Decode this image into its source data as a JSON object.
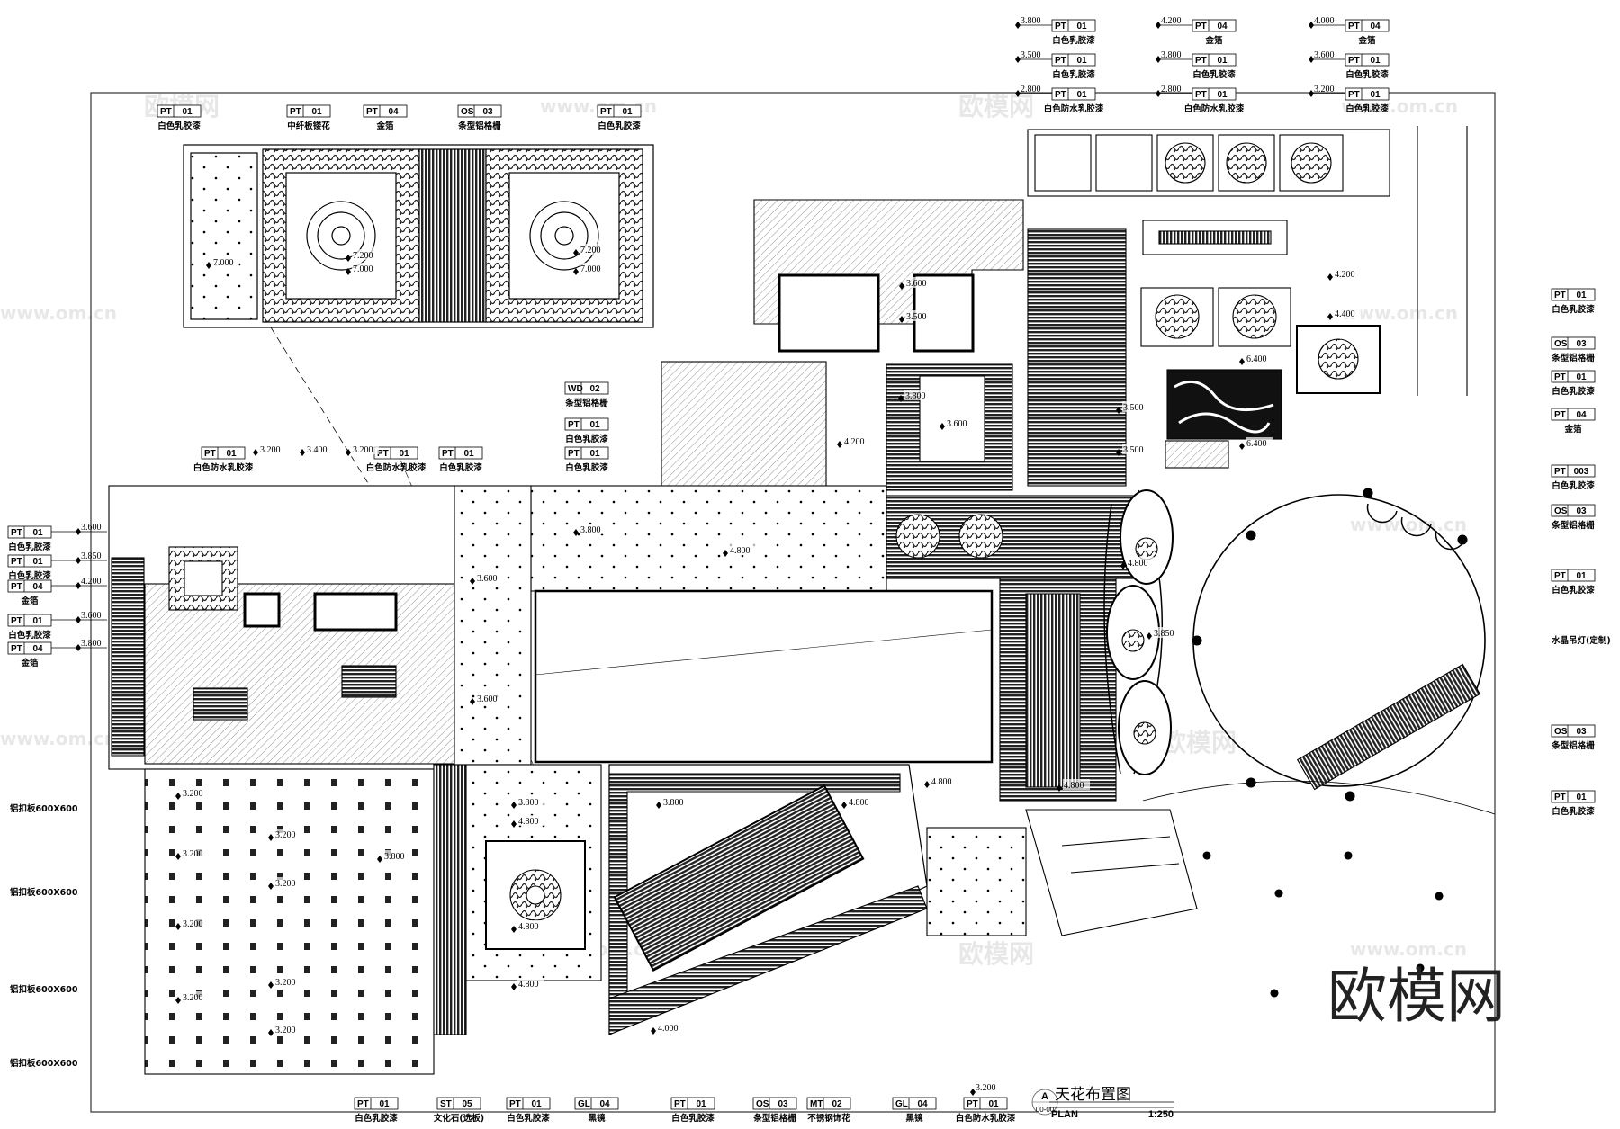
{
  "drawing": {
    "title": "天花布置图",
    "plan_label": "PLAN",
    "scale": "1:250",
    "ref_letter": "A",
    "ref_sheet": "00-00"
  },
  "watermark": {
    "logo": "欧模网",
    "url": "www.om.cn"
  },
  "tags": [
    {
      "code": "PT",
      "num": "01",
      "desc": "白色乳胶漆"
    },
    {
      "code": "PT",
      "num": "01",
      "desc": "中纤板镂花"
    },
    {
      "code": "PT",
      "num": "04",
      "desc": "金箔"
    },
    {
      "code": "OS",
      "num": "03",
      "desc": "条型铝格栅"
    },
    {
      "code": "PT",
      "num": "01",
      "desc": "白色乳胶漆"
    },
    {
      "code": "PT",
      "num": "01",
      "desc": "白色乳胶漆",
      "level": "3.800"
    },
    {
      "code": "PT",
      "num": "01",
      "desc": "白色乳胶漆",
      "level": "3.500"
    },
    {
      "code": "PT",
      "num": "01",
      "desc": "白色防水乳胶漆",
      "level": "2.800"
    },
    {
      "code": "PT",
      "num": "04",
      "desc": "金箔",
      "level": "4.200"
    },
    {
      "code": "PT",
      "num": "01",
      "desc": "白色乳胶漆",
      "level": "3.800"
    },
    {
      "code": "PT",
      "num": "01",
      "desc": "白色防水乳胶漆",
      "level": "2.800"
    },
    {
      "code": "PT",
      "num": "04",
      "desc": "金箔",
      "level": "4.000"
    },
    {
      "code": "PT",
      "num": "01",
      "desc": "白色乳胶漆",
      "level": "3.600"
    },
    {
      "code": "PT",
      "num": "01",
      "desc": "白色乳胶漆",
      "level": "3.200"
    },
    {
      "code": "PT",
      "num": "01",
      "desc": "白色乳胶漆"
    },
    {
      "code": "OS",
      "num": "03",
      "desc": "条型铝格栅"
    },
    {
      "code": "PT",
      "num": "01",
      "desc": "白色乳胶漆"
    },
    {
      "code": "PT",
      "num": "04",
      "desc": "金箔"
    },
    {
      "code": "PT",
      "num": "003",
      "desc": "白色乳胶漆"
    },
    {
      "code": "OS",
      "num": "03",
      "desc": "条型铝格栅"
    },
    {
      "code": "PT",
      "num": "01",
      "desc": "白色乳胶漆"
    },
    {
      "code": "OS",
      "num": "03",
      "desc": "条型铝格栅"
    },
    {
      "code": "PT",
      "num": "01",
      "desc": "白色乳胶漆"
    },
    {
      "code": "PT",
      "num": "01",
      "desc": "白色乳胶漆",
      "level": "3.600"
    },
    {
      "code": "PT",
      "num": "01",
      "desc": "白色乳胶漆",
      "level": "3.850"
    },
    {
      "code": "PT",
      "num": "04",
      "desc": "金箔",
      "level": "4.200"
    },
    {
      "code": "PT",
      "num": "01",
      "desc": "白色乳胶漆",
      "level": "3.600"
    },
    {
      "code": "PT",
      "num": "04",
      "desc": "金箔",
      "level": "3.800"
    },
    {
      "code": "PT",
      "num": "01",
      "desc": "白色防水乳胶漆"
    },
    {
      "code": "PT",
      "num": "01",
      "desc": "白色防水乳胶漆"
    },
    {
      "code": "PT",
      "num": "01",
      "desc": "白色乳胶漆"
    },
    {
      "code": "WD",
      "num": "02",
      "desc": "条型铝格栅"
    },
    {
      "code": "PT",
      "num": "01",
      "desc": "白色乳胶漆"
    },
    {
      "code": "PT",
      "num": "01",
      "desc": "白色乳胶漆"
    },
    {
      "code": "PT",
      "num": "01",
      "desc": "白色乳胶漆"
    },
    {
      "code": "ST",
      "num": "05",
      "desc": "文化石(选板)"
    },
    {
      "code": "PT",
      "num": "01",
      "desc": "白色乳胶漆"
    },
    {
      "code": "GL",
      "num": "04",
      "desc": "黑镜"
    },
    {
      "code": "PT",
      "num": "01",
      "desc": "白色乳胶漆"
    },
    {
      "code": "OS",
      "num": "03",
      "desc": "条型铝格栅"
    },
    {
      "code": "MT",
      "num": "02",
      "desc": "不锈钢饰花"
    },
    {
      "code": "GL",
      "num": "04",
      "desc": "黑镜"
    },
    {
      "code": "PT",
      "num": "01",
      "desc": "白色防水乳胶漆",
      "level": "3.200"
    }
  ],
  "plain_labels": [
    "铝扣板600X600",
    "铝扣板600X600",
    "铝扣板600X600",
    "铝扣板600X600",
    "水晶吊灯(定制)"
  ],
  "levels": [
    "3.200",
    "3.400",
    "3.200",
    "7.000",
    "7.200",
    "7.000",
    "7.200",
    "7.000",
    "3.600",
    "3.800",
    "4.200",
    "3.800",
    "4.800",
    "3.600",
    "3.600",
    "3.500",
    "3.500",
    "6.400",
    "6.400",
    "4.200",
    "4.400",
    "4.800",
    "3.800",
    "4.800",
    "3.800",
    "4.800",
    "4.800",
    "4.800",
    "4.800",
    "4.800",
    "3.200",
    "3.200",
    "3.200",
    "3.200",
    "3.200",
    "3.200",
    "3.200",
    "3.200",
    "4.000",
    "3.800",
    "3.850",
    "3.600",
    "3.500"
  ]
}
